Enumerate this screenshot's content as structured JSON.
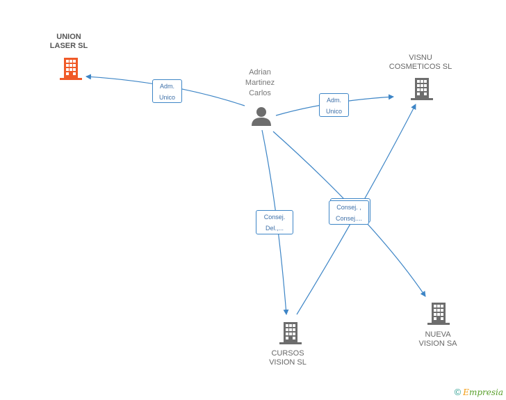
{
  "nodes": {
    "union_laser": {
      "line1": "UNION",
      "line2": "LASER SL",
      "color": "#f05a28"
    },
    "visnu": {
      "line1": "VISNU",
      "line2": "COSMETICOS SL",
      "color": "#6d6d6d"
    },
    "person": {
      "line1": "Adrian",
      "line2": "Martinez",
      "line3": "Carlos",
      "color": "#6d6d6d"
    },
    "cursos": {
      "line1": "CURSOS",
      "line2": "VISION SL",
      "color": "#6d6d6d"
    },
    "nueva": {
      "line1": "NUEVA",
      "line2": "VISION SA",
      "color": "#6d6d6d"
    }
  },
  "edges": {
    "to_union": {
      "line1": "Adm.",
      "line2": "Unico"
    },
    "to_visnu": {
      "line1": "Adm.",
      "line2": "Unico"
    },
    "to_cursos": {
      "line1": "Consej.",
      "line2": "Del.,..."
    },
    "to_nueva": {
      "line1": "Consej. ,",
      "line2": "Consej...."
    }
  },
  "footer": {
    "copyright": "©",
    "brand_e": "E",
    "brand_rest": "mpresia"
  },
  "colors": {
    "edge": "#3d85c6",
    "accent": "#f05a28"
  }
}
